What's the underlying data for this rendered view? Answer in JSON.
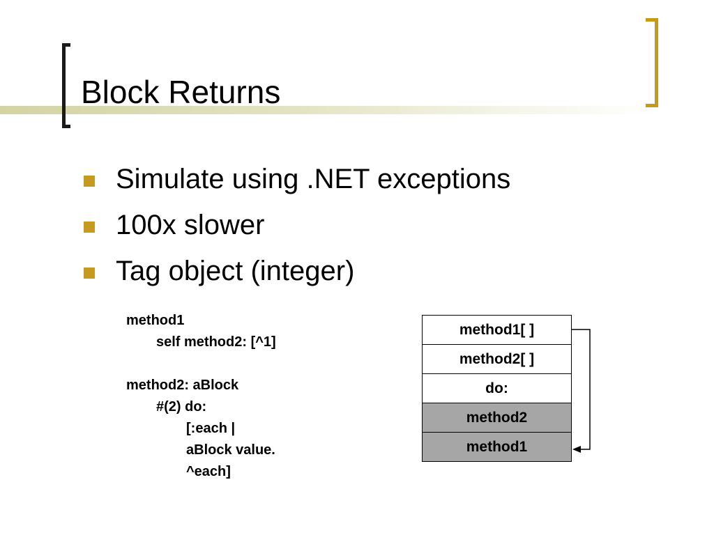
{
  "slide": {
    "title": "Block Returns",
    "bullets": [
      "Simulate using .NET exceptions",
      "100x slower",
      "Tag object (integer)"
    ]
  },
  "code": {
    "lines": [
      "method1",
      "self method2: [^1]",
      "",
      "method2: aBlock",
      "#(2) do:",
      "[:each |",
      "aBlock value.",
      "^each]"
    ]
  },
  "stack": {
    "frames": [
      {
        "label": "method1[ ]",
        "state": "active"
      },
      {
        "label": "method2[ ]",
        "state": "active"
      },
      {
        "label": "do:",
        "state": "active"
      },
      {
        "label": "method2",
        "state": "unwound"
      },
      {
        "label": "method1",
        "state": "unwound"
      }
    ],
    "arrow": {
      "from": "method1[ ]",
      "to": "method1"
    }
  },
  "colors": {
    "bullet": "#c49a20",
    "bracket_right": "#c59a16",
    "bracket_left": "#1a1a1a",
    "title_band": "#d3d3a3",
    "unwound_frame": "#a6a6a6"
  }
}
